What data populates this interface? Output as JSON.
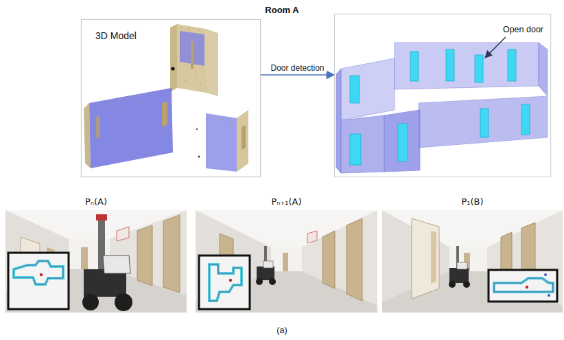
{
  "diagram": {
    "title": "Room A",
    "caption": "(a)",
    "nodes": [
      {
        "text": [
          "3D Model"
        ]
      },
      {
        "text": [
          "Open door"
        ]
      },
      {
        "text": [
          "Pₙ(A)"
        ]
      },
      {
        "text": [
          "Pₙ₊₁(A)"
        ]
      },
      {
        "text": [
          "P₁(B)"
        ]
      }
    ],
    "edges": [
      {
        "from": 0,
        "to": 1,
        "label": "Door detection",
        "arrow": "to"
      }
    ]
  }
}
